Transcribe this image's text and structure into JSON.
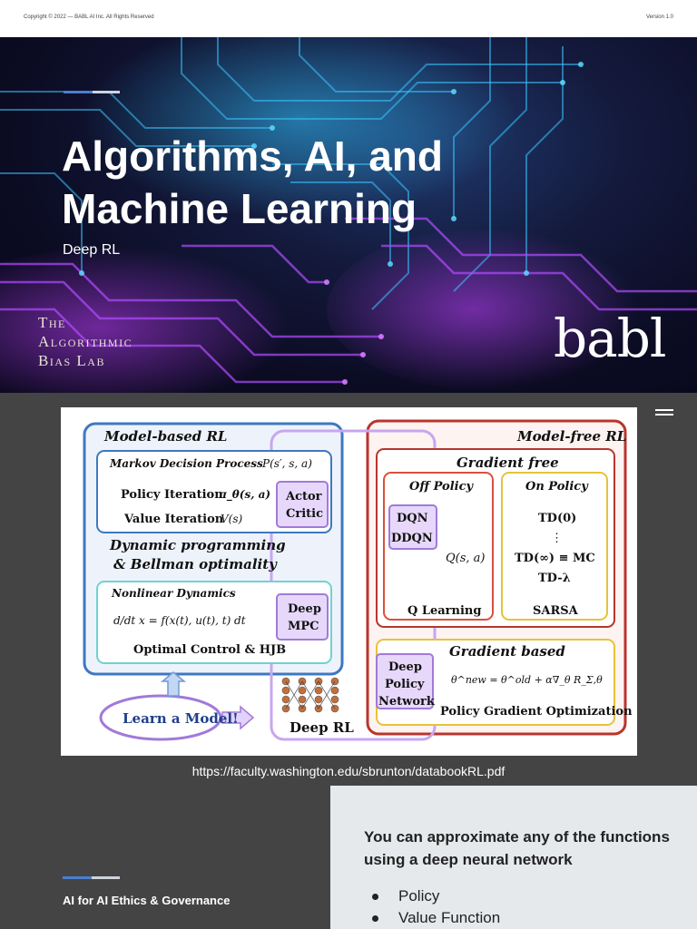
{
  "header": {
    "copyright": "Copyright © 2022 — BABL AI Inc. All Rights Reserved",
    "version": "Version 1.0"
  },
  "hero": {
    "title": "Algorithms, AI, and Machine Learning",
    "subtitle": "Deep RL",
    "lab_name": "The Algorithmic Bias Lab",
    "lab_lines": [
      "The",
      "Algorithmic",
      "Bias Lab"
    ],
    "logo": "babl"
  },
  "diagram": {
    "model_based": {
      "title": "Model-based RL",
      "mdp_title": "Markov Decision Process",
      "mdp_formula": "P(s′, s, a)",
      "policy_iteration": "Policy Iteration",
      "policy_formula": "π_θ(s, a)",
      "value_iteration": "Value Iteration",
      "value_formula": "V(s)",
      "dp_line1": "Dynamic programming",
      "dp_line2": "& Bellman optimality",
      "nonlinear_title": "Nonlinear Dynamics",
      "ode": "d/dt x = f(x(t), u(t), t) dt",
      "optimal_control": "Optimal Control & HJB"
    },
    "actor_critic": [
      "Actor",
      "Critic"
    ],
    "deep_mpc": [
      "Deep",
      "MPC"
    ],
    "model_free": {
      "title": "Model-free RL",
      "gradient_free": "Gradient free",
      "off_policy": "Off Policy",
      "dqn": "DQN",
      "ddqn": "DDQN",
      "q_formula": "Q(s, a)",
      "q_learning": "Q Learning",
      "on_policy": "On Policy",
      "td0": "TD(0)",
      "dots": "⋮",
      "td_inf": "TD(∞) ≡ MC",
      "td_lambda": "TD-λ",
      "sarsa": "SARSA",
      "gradient_based": "Gradient based",
      "theta_update": "θ^new = θ^old + α∇_θ R_Σ,θ",
      "policy_gradient": "Policy Gradient Optimization"
    },
    "deep_policy_network": [
      "Deep",
      "Policy",
      "Network"
    ],
    "learn_model": "Learn a Model!",
    "deep_rl": "Deep RL"
  },
  "source_url": "https://faculty.washington.edu/sbrunton/databookRL.pdf",
  "footer": {
    "title": "AI for AI Ethics & Governance"
  },
  "panel": {
    "heading": "You can approximate any of the functions using a deep neural network",
    "bullets": [
      "Policy",
      "Value Function"
    ]
  },
  "colors": {
    "hero_bg": "#0b0b22",
    "accent_blue": "#4a7fd0",
    "model_based_blue": "#3e78c1",
    "model_free_red": "#b8352d",
    "deep_rl_purple": "#b08be0",
    "on_policy_yellow": "#e5c33a",
    "nonlinear_teal": "#6fd3d0",
    "page_bg": "#444444",
    "panel_bg": "#e6e9ec"
  }
}
